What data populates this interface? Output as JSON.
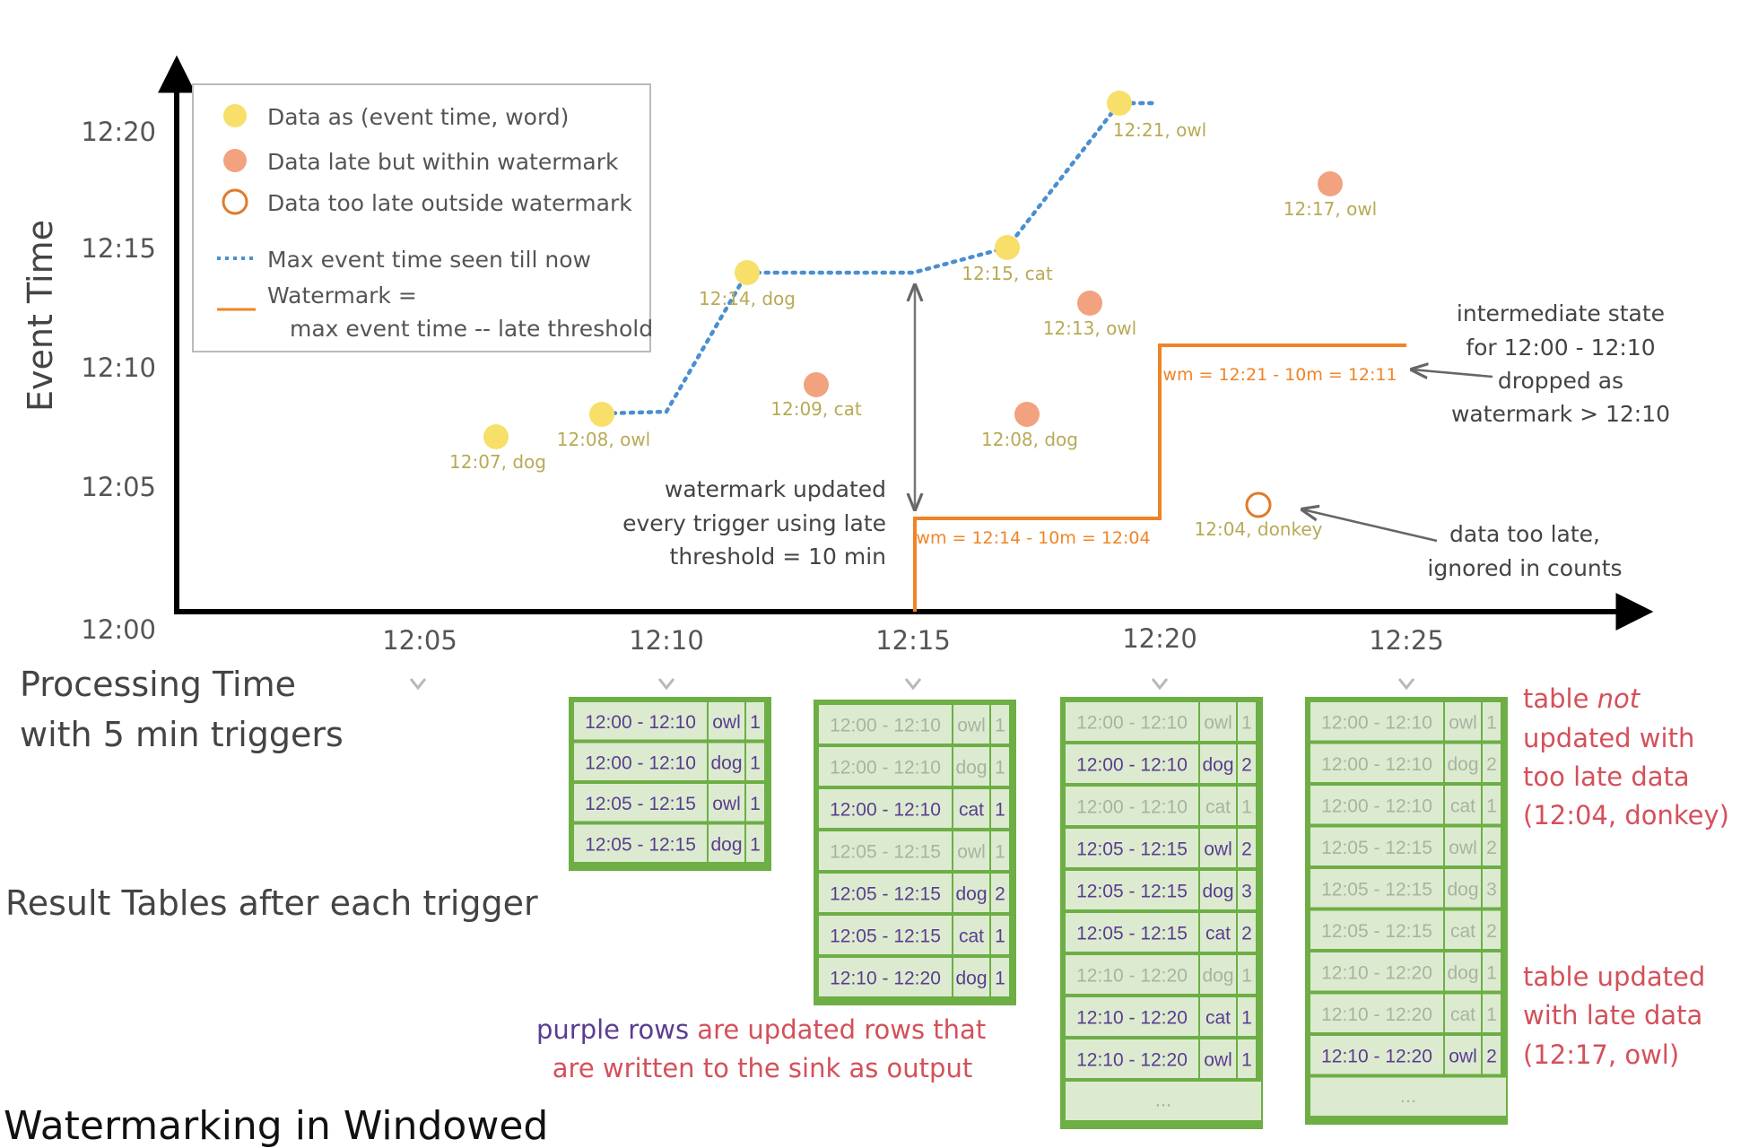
{
  "title": {
    "prefix": "Watermarking",
    "middle": " in ",
    "suffix": "Windowed"
  },
  "chart": {
    "y_label": "Event Time",
    "y_ticks": [
      "12:00",
      "12:05",
      "12:10",
      "12:15",
      "12:20"
    ],
    "x_ticks": [
      "12:05",
      "12:10",
      "12:15",
      "12:20",
      "12:25"
    ],
    "x_label_line1": "Processing Time",
    "x_label_line2": "with 5 min triggers",
    "result_label": "Result Tables after each trigger"
  },
  "legend": {
    "on_time": "Data as (event time, word)",
    "late": "Data late but within watermark",
    "too_late": "Data too late outside watermark",
    "max_event": "Max event time seen till now",
    "wm_line1": "Watermark =",
    "wm_line2": "max event time -- late threshold"
  },
  "colors": {
    "on_time": "#f7df6a",
    "late": "#f2a27e",
    "too_late": "#e07a2c",
    "max_line": "#4a8fd0",
    "watermark": "#f08426",
    "label_olive": "#b8aa55",
    "table_border": "#6dae45",
    "table_fill": "#dcebd0",
    "purple": "#5a3d8f",
    "faded": "#a8b3a0",
    "red_note": "#d4505a"
  },
  "points": [
    {
      "label": "12:07, dog",
      "kind": "on_time"
    },
    {
      "label": "12:08, owl",
      "kind": "on_time"
    },
    {
      "label": "12:14, dog",
      "kind": "on_time"
    },
    {
      "label": "12:09, cat",
      "kind": "late"
    },
    {
      "label": "12:15, cat",
      "kind": "on_time"
    },
    {
      "label": "12:08, dog",
      "kind": "late"
    },
    {
      "label": "12:13, owl",
      "kind": "late"
    },
    {
      "label": "12:21, owl",
      "kind": "on_time"
    },
    {
      "label": "12:04, donkey",
      "kind": "too_late"
    },
    {
      "label": "12:17, owl",
      "kind": "late"
    }
  ],
  "wm_labels": {
    "first": "wm = 12:14 - 10m = 12:04",
    "second": "wm = 12:21 - 10m = 12:11"
  },
  "annotations": {
    "wm_updated": [
      "watermark updated",
      "every trigger using late",
      "threshold = 10 min"
    ],
    "state_dropped": [
      "intermediate state",
      "for 12:00 - 12:10",
      "dropped as",
      "watermark > 12:10"
    ],
    "too_late": [
      "data too late,",
      "ignored in counts"
    ],
    "purple_word": "purple rows",
    "purple_rest": " are updated rows that",
    "purple_line2": "are written to the sink as output"
  },
  "notes": {
    "not_updated_a": "table ",
    "not_updated_not": "not",
    "not_updated_lines": [
      "updated with",
      "too late data",
      "(12:04, donkey)"
    ],
    "updated_lines": [
      "table updated",
      "with late data",
      "(12:17, owl)"
    ]
  },
  "tables": [
    {
      "rows": [
        [
          "12:00 - 12:10",
          "owl",
          "1",
          true
        ],
        [
          "12:00 - 12:10",
          "dog",
          "1",
          true
        ],
        [
          "12:05 - 12:15",
          "owl",
          "1",
          true
        ],
        [
          "12:05 - 12:15",
          "dog",
          "1",
          true
        ]
      ],
      "ellipsis": ""
    },
    {
      "rows": [
        [
          "12:00 - 12:10",
          "owl",
          "1",
          false
        ],
        [
          "12:00 - 12:10",
          "dog",
          "1",
          false
        ],
        [
          "12:00 - 12:10",
          "cat",
          "1",
          true
        ],
        [
          "12:05 - 12:15",
          "owl",
          "1",
          false
        ],
        [
          "12:05 - 12:15",
          "dog",
          "2",
          true
        ],
        [
          "12:05 - 12:15",
          "cat",
          "1",
          true
        ],
        [
          "12:10 - 12:20",
          "dog",
          "1",
          true
        ]
      ],
      "ellipsis": ""
    },
    {
      "rows": [
        [
          "12:00 - 12:10",
          "owl",
          "1",
          false
        ],
        [
          "12:00 - 12:10",
          "dog",
          "2",
          true
        ],
        [
          "12:00 - 12:10",
          "cat",
          "1",
          false
        ],
        [
          "12:05 - 12:15",
          "owl",
          "2",
          true
        ],
        [
          "12:05 - 12:15",
          "dog",
          "3",
          true
        ],
        [
          "12:05 - 12:15",
          "cat",
          "2",
          true
        ],
        [
          "12:10 - 12:20",
          "dog",
          "1",
          false
        ],
        [
          "12:10 - 12:20",
          "cat",
          "1",
          true
        ],
        [
          "12:10 - 12:20",
          "owl",
          "1",
          true
        ]
      ],
      "ellipsis": "..."
    },
    {
      "rows": [
        [
          "12:00 - 12:10",
          "owl",
          "1",
          false
        ],
        [
          "12:00 - 12:10",
          "dog",
          "2",
          false
        ],
        [
          "12:00 - 12:10",
          "cat",
          "1",
          false
        ],
        [
          "12:05 - 12:15",
          "owl",
          "2",
          false
        ],
        [
          "12:05 - 12:15",
          "dog",
          "3",
          false
        ],
        [
          "12:05 - 12:15",
          "cat",
          "2",
          false
        ],
        [
          "12:10 - 12:20",
          "dog",
          "1",
          false
        ],
        [
          "12:10 - 12:20",
          "cat",
          "1",
          false
        ],
        [
          "12:10 - 12:20",
          "owl",
          "2",
          true
        ]
      ],
      "ellipsis": "..."
    }
  ]
}
